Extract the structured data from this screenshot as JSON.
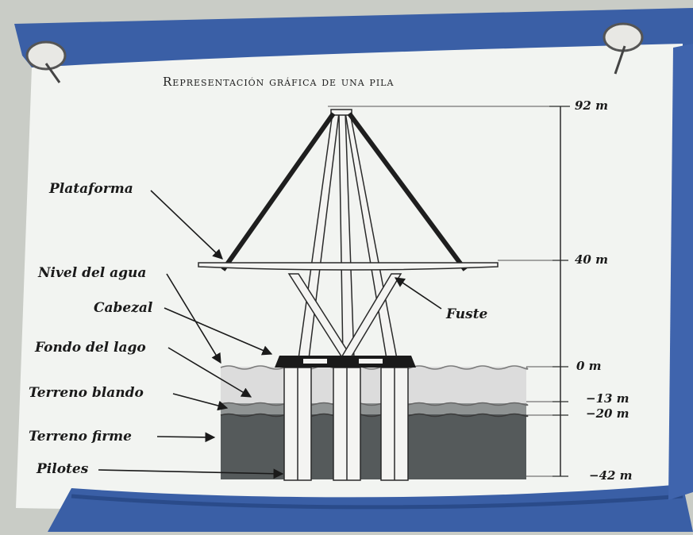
{
  "title": "Representación gráfica de una pila",
  "labels": {
    "plataforma": "Plataforma",
    "nivel_agua": "Nivel del agua",
    "cabezal": "Cabezal",
    "fondo_lago": "Fondo del lago",
    "terreno_blando": "Terreno blando",
    "terreno_firme": "Terreno firme",
    "pilotes": "Pilotes",
    "fuste": "Fuste"
  },
  "elevations": [
    {
      "value": "92 m"
    },
    {
      "value": "40 m"
    },
    {
      "value": "0 m"
    },
    {
      "value": "−13 m"
    },
    {
      "value": "−20 m"
    },
    {
      "value": "−42 m"
    }
  ],
  "colors": {
    "background": "#c9ccc6",
    "paper": "#f2f4f1",
    "scroll_blue": "#3a5fa6",
    "ink": "#1a1a1a",
    "water": "#dcdcdc",
    "soft_soil": "#8f9393",
    "firm_soil": "#555a5b"
  }
}
